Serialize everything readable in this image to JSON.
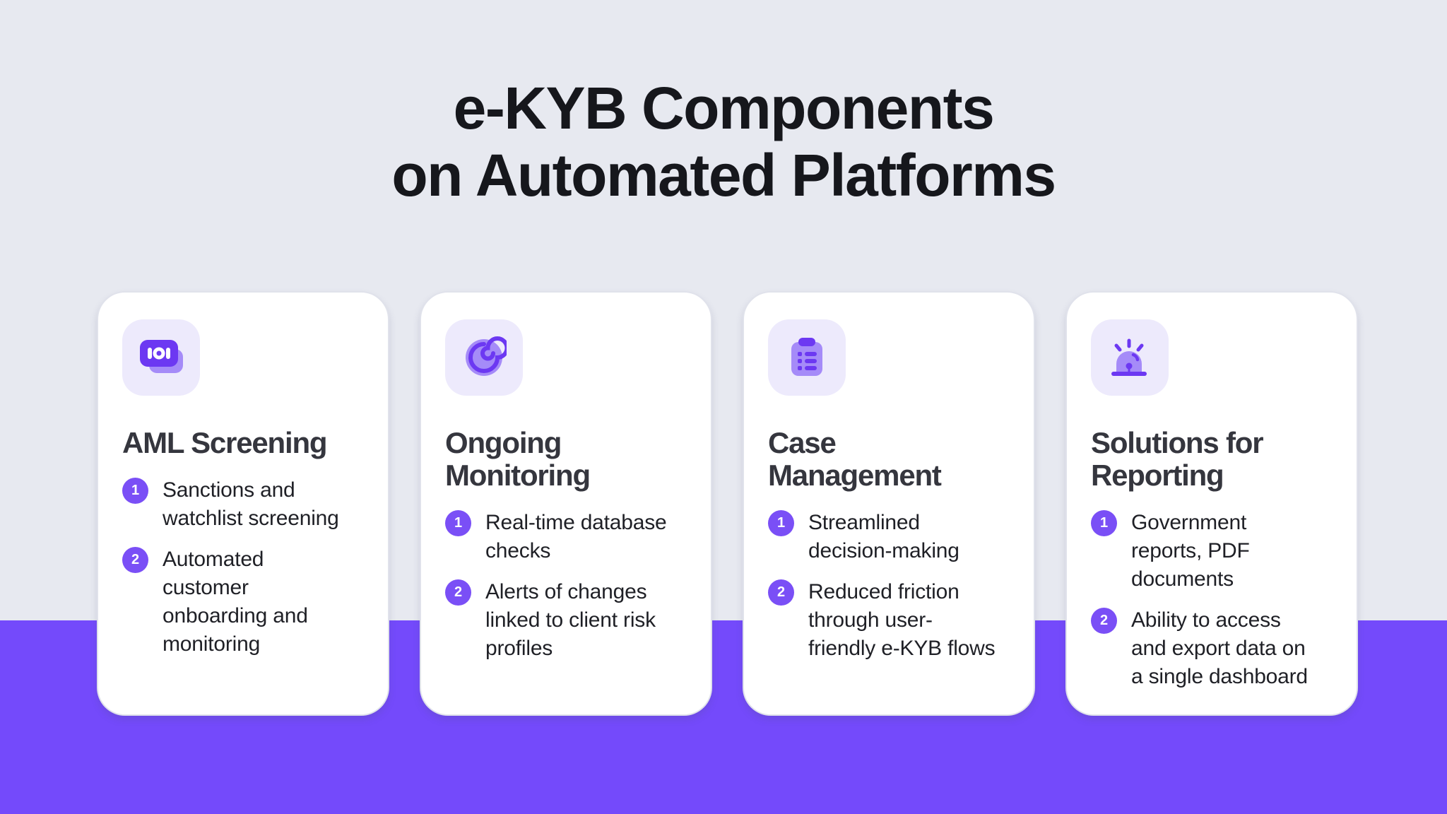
{
  "title": {
    "line1": "e-KYB Components",
    "line2": "on Automated Platforms"
  },
  "colors": {
    "background_top": "#E7E9F0",
    "background_band": "#744AFB",
    "card_background": "#FFFFFF",
    "icon_tile_background": "#EDEAFC",
    "icon_dark_purple": "#6C38F2",
    "icon_light_purple": "#A58BF8",
    "bullet_purple": "#7A4FF6",
    "title_text": "#16171C",
    "heading_text": "#35363E",
    "body_text": "#1F2026"
  },
  "cards": [
    {
      "icon": "binary-data-icon",
      "title": "AML Screening",
      "items": [
        {
          "number": "1",
          "text": "Sanctions and\nwatchlist screening"
        },
        {
          "number": "2",
          "text": "Automated\ncustomer\nonboarding and\nmonitoring"
        }
      ]
    },
    {
      "icon": "monitoring-spiral-icon",
      "title": "Ongoing\nMonitoring",
      "items": [
        {
          "number": "1",
          "text": "Real-time database\nchecks"
        },
        {
          "number": "2",
          "text": "Alerts of changes\nlinked to client risk\nprofiles"
        }
      ]
    },
    {
      "icon": "clipboard-checklist-icon",
      "title": "Case Management",
      "items": [
        {
          "number": "1",
          "text": "Streamlined\ndecision-making"
        },
        {
          "number": "2",
          "text": "Reduced friction\nthrough user-\nfriendly e-KYB flows"
        }
      ]
    },
    {
      "icon": "siren-alert-icon",
      "title": "Solutions for\nReporting",
      "items": [
        {
          "number": "1",
          "text": "Government\nreports, PDF\ndocuments"
        },
        {
          "number": "2",
          "text": "Ability to access\nand export data on\na single dashboard"
        }
      ]
    }
  ]
}
